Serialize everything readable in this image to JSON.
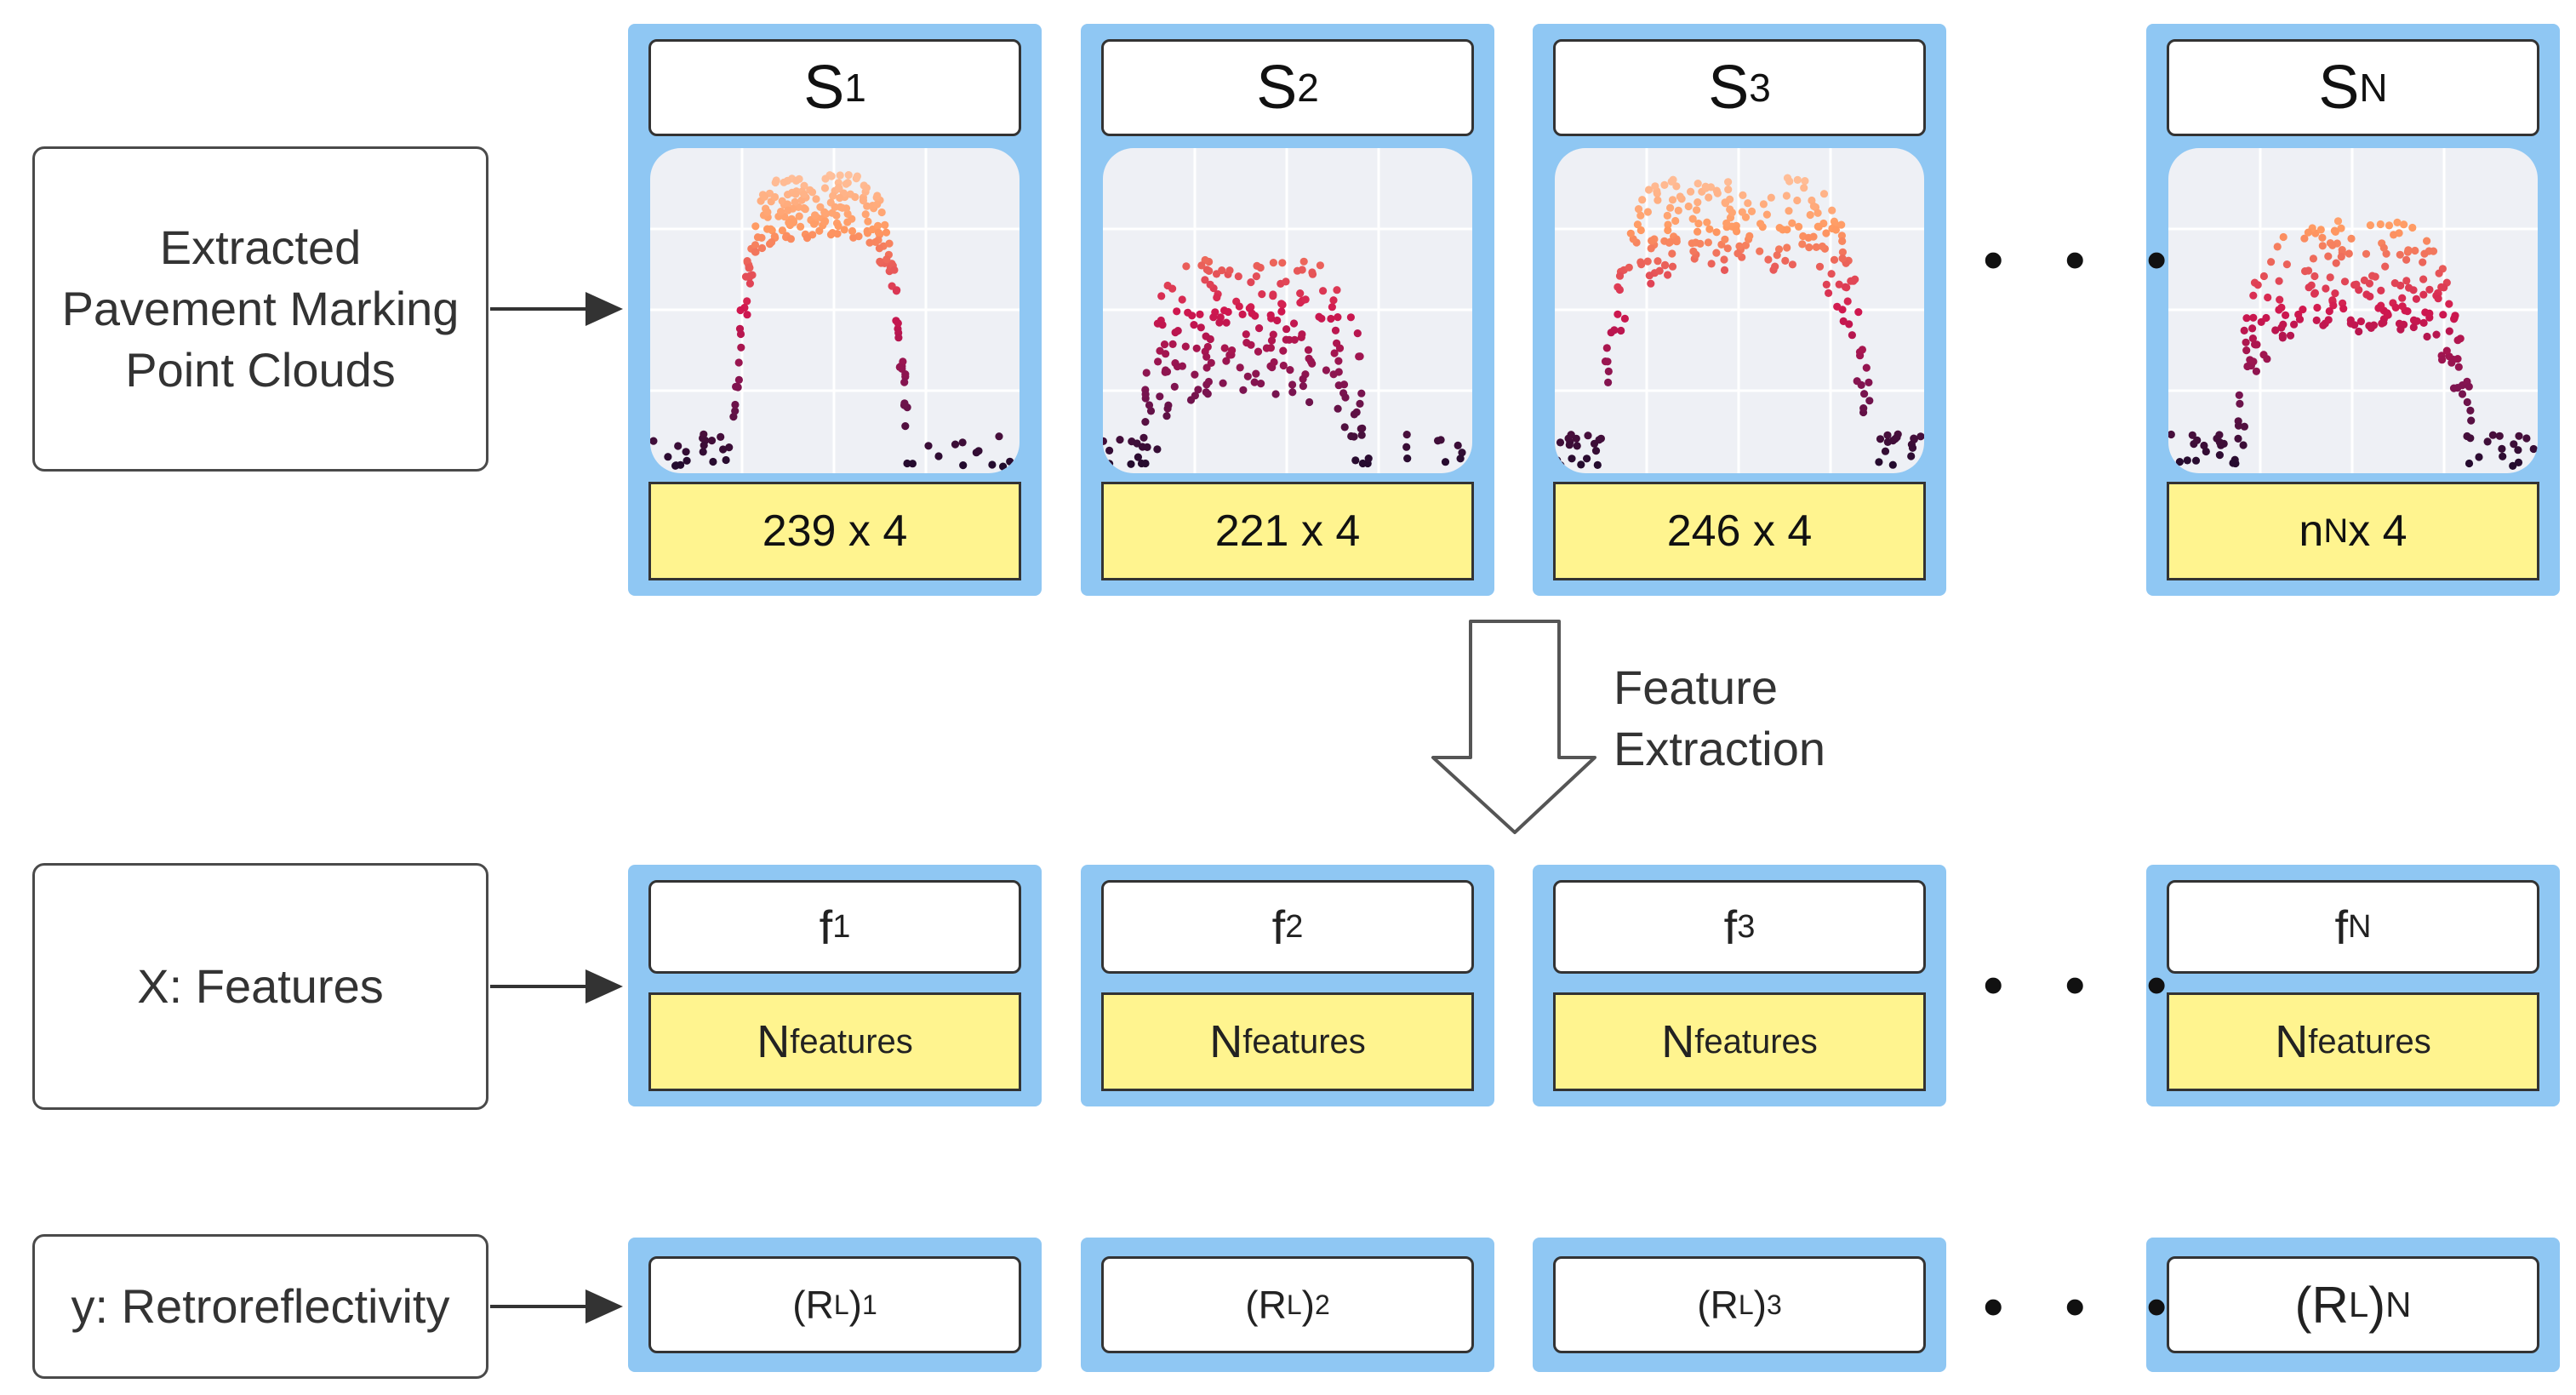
{
  "labels": {
    "point_clouds": [
      "Extracted",
      "Pavement Marking",
      "Point Clouds"
    ],
    "features": "X: Features",
    "target": "y: Retroreflectivity",
    "feature_extraction": [
      "Feature",
      "Extraction"
    ]
  },
  "ellipsis": "• • •",
  "samples": [
    {
      "head": "S",
      "head_sub": "1",
      "dim_pre": "",
      "dim_pre_sub": "",
      "dim": "239 x 4",
      "feat": "f",
      "feat_sub": "1",
      "nfeat": "N",
      "nfeat_sub": "features",
      "rl": "(R",
      "rl_sub": "L",
      "rl_mid": ")",
      "rl_idx": "1"
    },
    {
      "head": "S",
      "head_sub": "2",
      "dim_pre": "",
      "dim_pre_sub": "",
      "dim": "221 x 4",
      "feat": "f",
      "feat_sub": "2",
      "nfeat": "N",
      "nfeat_sub": "features",
      "rl": "(R",
      "rl_sub": "L",
      "rl_mid": ")",
      "rl_idx": "2"
    },
    {
      "head": "S",
      "head_sub": "3",
      "dim_pre": "",
      "dim_pre_sub": "",
      "dim": "246 x 4",
      "feat": "f",
      "feat_sub": "3",
      "nfeat": "N",
      "nfeat_sub": "features",
      "rl": "(R",
      "rl_sub": "L",
      "rl_mid": ")",
      "rl_idx": "3"
    },
    {
      "head": "S",
      "head_sub": "N",
      "dim_pre": "n",
      "dim_pre_sub": "N",
      "dim": " x 4",
      "feat": "f",
      "feat_sub": "N",
      "nfeat": "N",
      "nfeat_sub": "features",
      "rl": "(R",
      "rl_sub": "L",
      "rl_mid": ")",
      "rl_idx": "N"
    }
  ],
  "colors": {
    "panel": "#8fc7f3",
    "yellow": "#fff48f",
    "plot_bg": "#eef0f5",
    "dot_low": "#1a0a2a",
    "dot_mid": "#d0174f",
    "dot_high": "#ff9a62",
    "dot_top": "#ffd3b8"
  }
}
